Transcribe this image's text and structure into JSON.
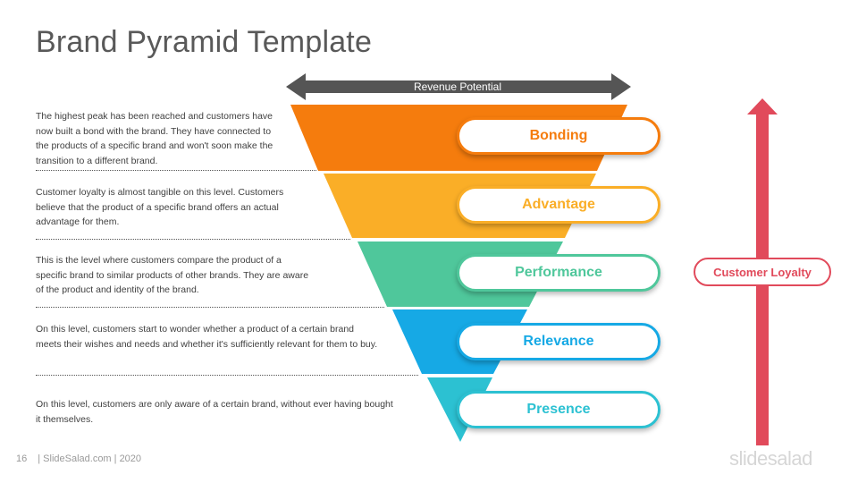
{
  "title": "Brand Pyramid Template",
  "revenue_label": "Revenue Potential",
  "levels": [
    {
      "label": "Bonding",
      "color": "#F57C0D",
      "description": "The highest peak has been reached and customers have now built a bond with the brand. They have connected to the products of a specific brand and won't soon make the transition to a different brand."
    },
    {
      "label": "Advantage",
      "color": "#FAAE27",
      "description": "Customer loyalty is almost tangible on this level. Customers believe that the product of a specific brand offers an actual advantage for them."
    },
    {
      "label": "Performance",
      "color": "#4FC79B",
      "description": "This is the level where customers compare the product of a specific brand to similar products of other brands. They are aware of the product and identity of the brand."
    },
    {
      "label": "Relevance",
      "color": "#16A9E5",
      "description": "On this level, customers start to wonder whether a product of a certain brand meets their wishes and needs and whether it's sufficiently relevant for them to buy."
    },
    {
      "label": "Presence",
      "color": "#2CC1D2",
      "description": "On this level, customers are only aware of a certain brand, without ever having bought it themselves."
    }
  ],
  "loyalty_label": "Customer Loyalty",
  "colors": {
    "revenue_arrow": "#555555",
    "loyalty": "#E14A5B",
    "title": "#595959"
  },
  "footer": {
    "page_number": "16",
    "credit": "| SlideSalad.com | 2020",
    "brand": "slidesalad"
  }
}
